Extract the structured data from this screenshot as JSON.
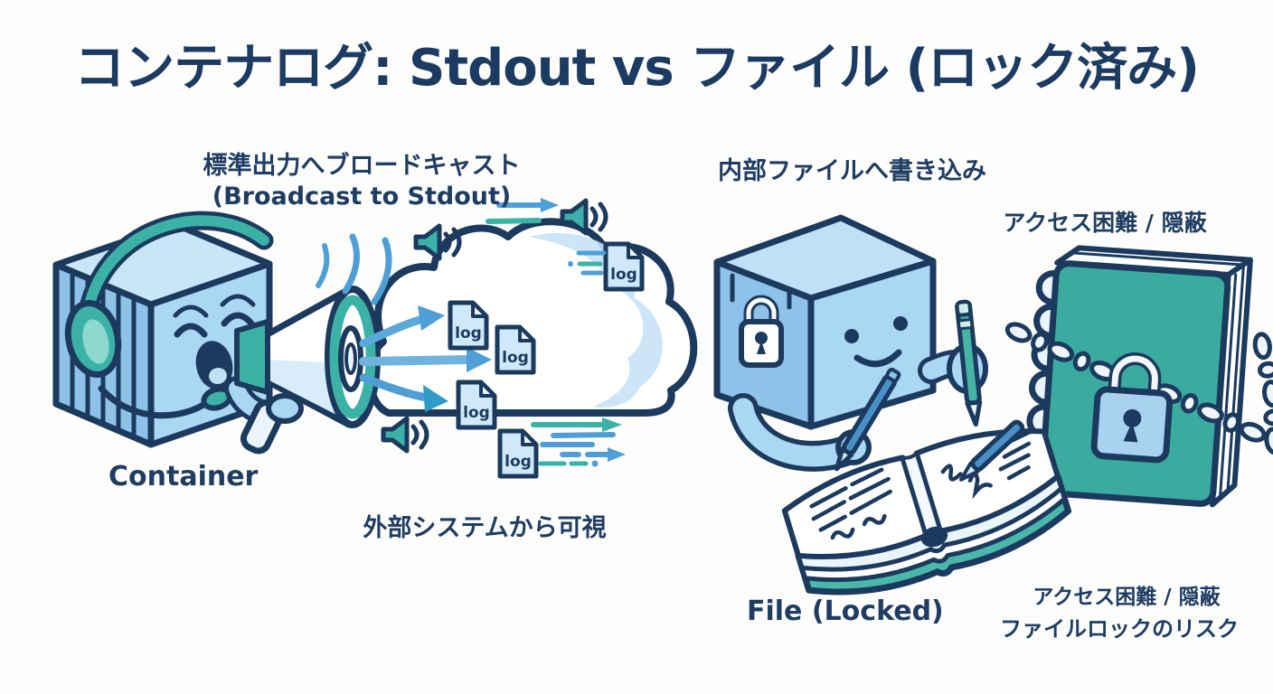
{
  "title": "コンテナログ: Stdout vs ファイル (ロック済み)",
  "left": {
    "caption_jp": "標準出力へブロードキャスト",
    "caption_en": "(Broadcast to Stdout)",
    "actor_label": "Container",
    "visibility_label": "外部システムから可視",
    "log_badge": "log"
  },
  "right": {
    "caption_jp": "内部ファイルへ書き込み",
    "access_label_top": "アクセス困難 / 隠蔽",
    "actor_label": "File (Locked)",
    "access_label_bottom": "アクセス困難 / 隠蔽",
    "risk_label": "ファイルロックのリスク"
  },
  "colors": {
    "outline_navy": "#1c3a5e",
    "text_navy": "#1f3d63",
    "teal": "#3cb2a7",
    "notebook_teal": "#3bab9f",
    "arrow_blue": "#4f9fd6",
    "cube_light_blue": "#aad7f3",
    "log_doc_fill": "#cfe9fb",
    "padlock_blue": "#a9d2f1",
    "background": "#fdfdfb"
  }
}
